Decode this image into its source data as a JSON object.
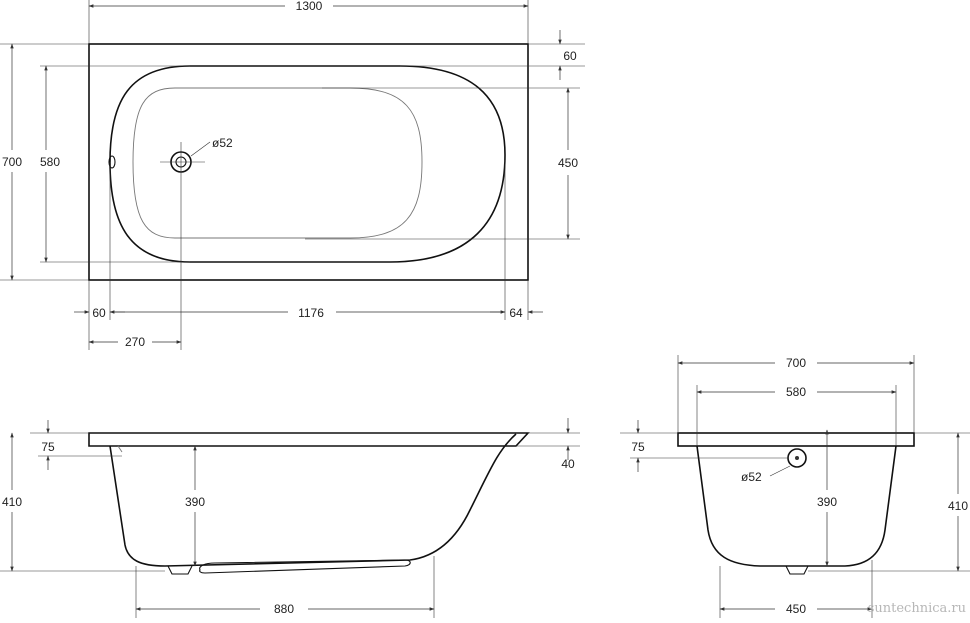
{
  "top_view": {
    "overall_length": "1300",
    "overall_width": "700",
    "inner_width": "580",
    "rim_top": "60",
    "bottom_width": "450",
    "rim_left": "60",
    "inner_length": "1176",
    "rim_right": "64",
    "drain_offset": "270",
    "drain_diameter": "ø52"
  },
  "side_view": {
    "rim_depth": "75",
    "overall_height": "410",
    "inner_depth": "390",
    "rim_thickness": "40",
    "bottom_length": "880"
  },
  "end_view": {
    "overall_width": "700",
    "inner_width": "580",
    "rim_depth": "75",
    "drain_diameter": "ø52",
    "inner_depth": "390",
    "overall_height": "410",
    "bottom_width": "450"
  },
  "watermark": "suntechnica.ru"
}
